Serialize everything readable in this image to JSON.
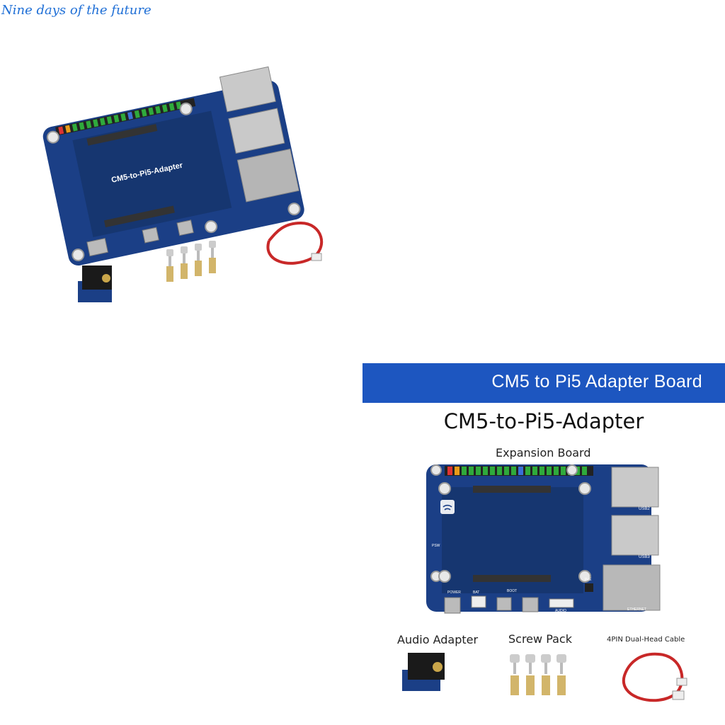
{
  "watermark": "Nine days of the future",
  "banner": {
    "title": "CM5 to Pi5 Adapter Board",
    "color": "#1d56c0"
  },
  "product": {
    "title": "CM5-to-Pi5-Adapter",
    "board_label": "Expansion Board",
    "silk_label": "CM5-to-Pi5-Adapter"
  },
  "accessories": {
    "audio": "Audio Adapter",
    "screws": "Screw Pack",
    "cable": "4PIN Dual-Head Cable"
  },
  "board_silk": {
    "usb2": "USB2",
    "usb3": "USB3",
    "ethernet": "ETHERNET",
    "power": "POWER",
    "bat": "BAT",
    "boot": "BOOT",
    "audio": "AUDIO",
    "poe": "PoE",
    "psw": "PSW"
  },
  "colors": {
    "pcb": "#1b3f86",
    "pcb_dark": "#163670",
    "header_green": "#2faa3c"
  }
}
